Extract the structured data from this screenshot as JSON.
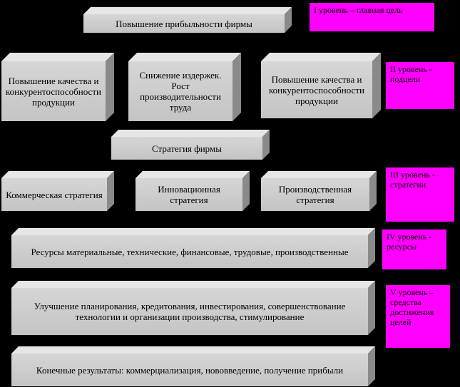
{
  "levels": {
    "l1": "I уровень – главная цель",
    "l2": "II уровень - подцели",
    "l3": "III уровень - стратегии",
    "l4": "IV уровень - ресурсы",
    "l5": "V уровень – средства достижения целей"
  },
  "boxes": {
    "goal": "Повышение прибыльности фирмы",
    "sub1": "Повышение качества и конкурентоспособности продукции",
    "sub2": "Снижение издержек. Рост производительности труда",
    "sub3": "Повышение качества и конкурентоспособности продукции",
    "strategy": "Стратегия фирмы",
    "s1": "Коммерческая стратегия",
    "s2": "Инновационная стратегия",
    "s3": "Производственная стратегия",
    "resources": "Ресурсы материальные, технические, финансовые, трудовые, производственные",
    "means": "Улучшение планирования, кредитования, инвестирования, совершенствование технологии и организации производства, стимулирование",
    "results": "Конечные результаты: коммерциализация, нововведение, получение прибыли"
  }
}
